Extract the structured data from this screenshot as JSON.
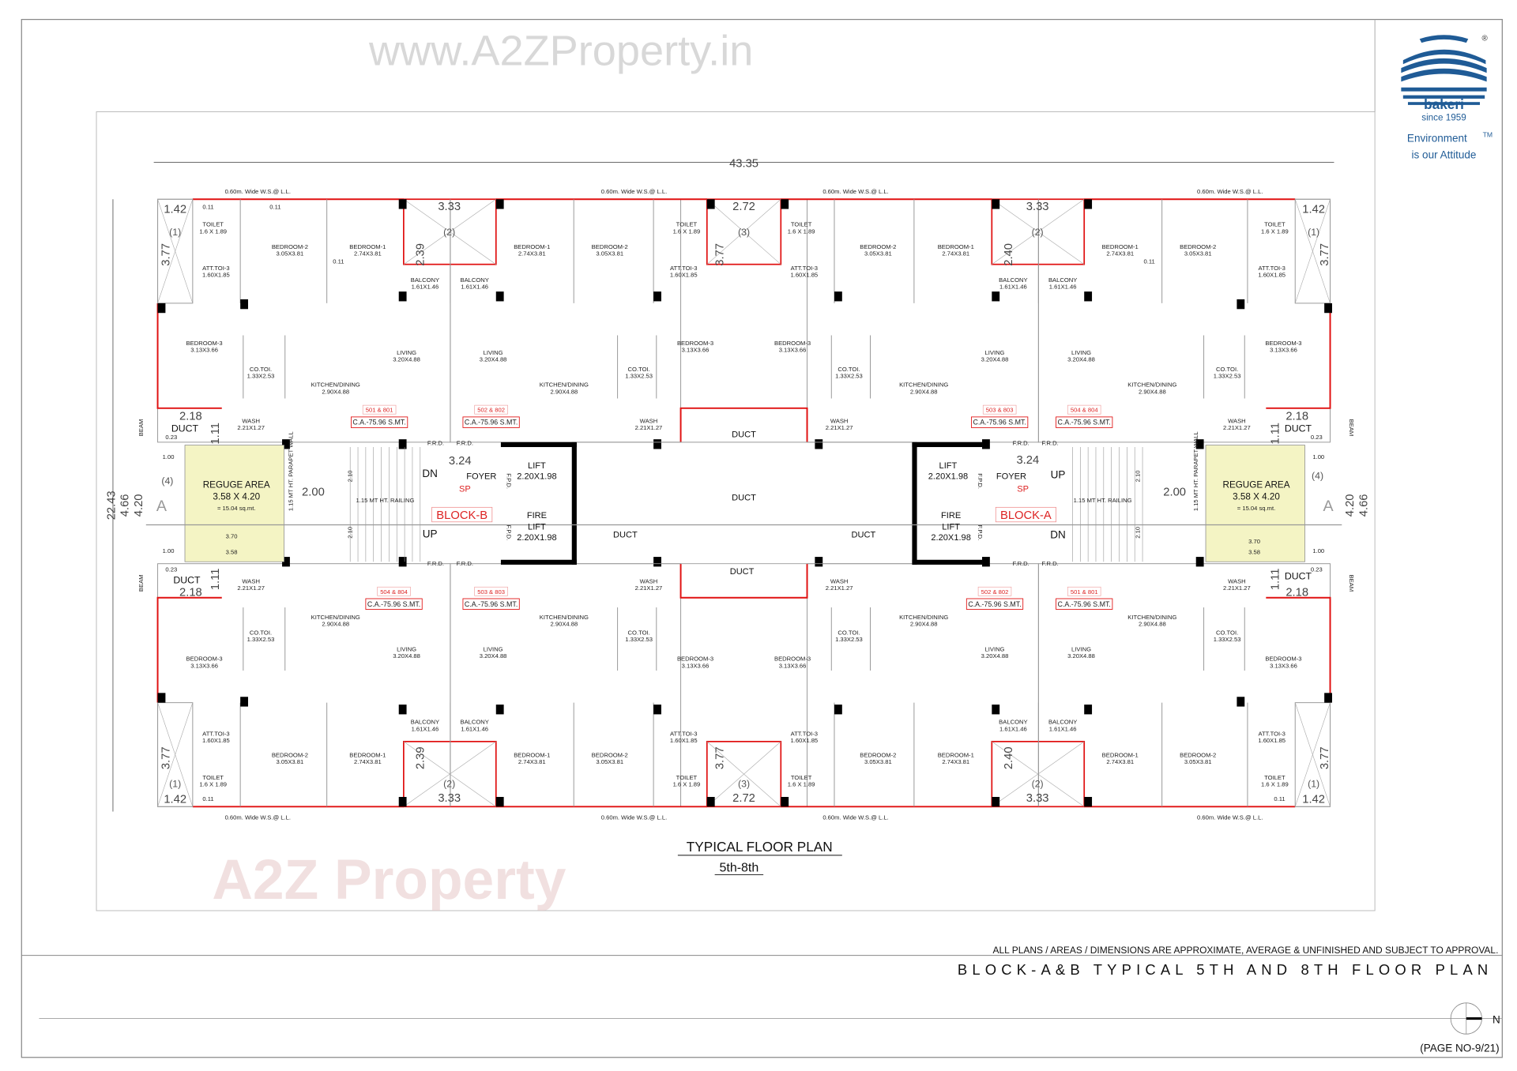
{
  "watermark": "www.A2ZProperty.in",
  "watermark_center": "A2Z Property",
  "logo": {
    "brand": "bakeri",
    "since": "since 1959",
    "tagline_1": "Environment",
    "tagline_2": "is our Attitude",
    "tm": "TM",
    "reg": "®",
    "color": "#1f5b96"
  },
  "unit_rooms": [
    {
      "name": "TOILET",
      "size": "1.6 X 1.89"
    },
    {
      "name": "ATT.TOI-3",
      "size": "1.60X1.85"
    },
    {
      "name": "BEDROOM-2",
      "size": "3.05X3.81"
    },
    {
      "name": "BEDROOM-1",
      "size": "2.74X3.81"
    },
    {
      "name": "BALCONY",
      "size": "1.61X1.46"
    },
    {
      "name": "BEDROOM-3",
      "size": "3.13X3.66"
    },
    {
      "name": "CO.TOI.",
      "size": "1.33X2.53"
    },
    {
      "name": "KITCHEN/DINING",
      "size": "2.90X4.88"
    },
    {
      "name": "LIVING",
      "size": "3.20X4.88"
    },
    {
      "name": "WASH",
      "size": "2.21X1.27"
    }
  ],
  "units_top": [
    {
      "flat": "501 & 801",
      "area": "C.A.-75.96 S.MT."
    },
    {
      "flat": "502 & 802",
      "area": "C.A.-75.96 S.MT."
    },
    {
      "flat": "503 & 803",
      "area": "C.A.-75.96 S.MT."
    },
    {
      "flat": "504 & 804",
      "area": "C.A.-75.96 S.MT."
    }
  ],
  "units_bottom": [
    {
      "flat": "504 & 804",
      "area": "C.A.-75.96 S.MT."
    },
    {
      "flat": "503 & 803",
      "area": "C.A.-75.96 S.MT."
    },
    {
      "flat": "502 & 802",
      "area": "C.A.-75.96 S.MT."
    },
    {
      "flat": "501 & 801",
      "area": "C.A.-75.96 S.MT."
    }
  ],
  "core": {
    "duct": "DUCT",
    "lift": "LIFT",
    "fire": "FIRE",
    "lift_size": "2.20X1.98",
    "foyer": "FOYER",
    "sp": "SP",
    "block_b": "BLOCK-B",
    "block_a": "BLOCK-A",
    "dn": "DN",
    "up": "UP",
    "railing": "1.15 MT HT. RAILING",
    "parapet": "1.15 MT HT. PARAPET WALL",
    "frd": "F.R.D.",
    "fpd": "F.P.D.",
    "ws": "0.60m. Wide W.S.@ L.L.",
    "beam": "BEAM"
  },
  "refuge": {
    "title": "REGUGE AREA",
    "size": "3.58 X 4.20",
    "area": "= 15.04 sq.mt.",
    "fill": "#f4f4c4"
  },
  "dimensions": {
    "overall_width": "43.35",
    "overall_depth": "22.43",
    "d466": "4.66",
    "d420": "4.20",
    "d333": "3.33",
    "d272": "2.72",
    "d377": "3.77",
    "d142": "1.42",
    "d239": "2.39",
    "d240": "2.40",
    "d218": "2.18",
    "d111": "1.11",
    "d200": "2.00",
    "d324": "3.24",
    "d370": "3.70",
    "d358": "3.58",
    "d100": "1.00",
    "d023": "0.23",
    "d210": "2.10",
    "d011": "0.11"
  },
  "markers": {
    "m1": "(1)",
    "m2": "(2)",
    "m3": "(3)",
    "m4": "(4)",
    "section": "A"
  },
  "title": "TYPICAL FLOOR PLAN",
  "subtitle": "5th-8th",
  "disclaimer": "ALL PLANS / AREAS / DIMENSIONS  ARE  APPROXIMATE, AVERAGE & UNFINISHED AND SUBJECT TO APPROVAL.",
  "sheet_title": "BLOCK-A&B TYPICAL 5TH AND 8TH FLOOR PLAN",
  "north": "N",
  "page_no": "(PAGE NO-9/21)",
  "colors": {
    "unit_boundary": "#e01010",
    "walls": "#999999",
    "columns": "#000000"
  }
}
